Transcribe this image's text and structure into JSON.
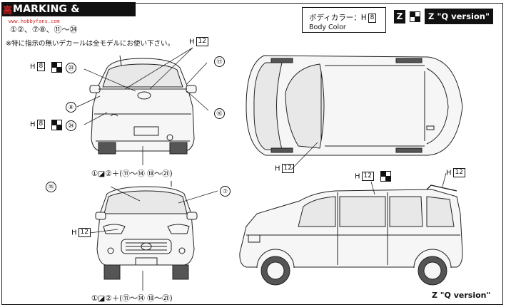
{
  "header": {
    "title": "MARKING & PAINTING",
    "watermark": "高",
    "watermark_sub": "www.hobbyfans.com"
  },
  "decals": {
    "list": "①②、⑦⑧、⑪〜㉔",
    "note": "※特に指示の無いデカールは全モデルにお使い下さい。"
  },
  "body_color": {
    "label_jp": "ボディカラー：H",
    "code": "8",
    "label_en": "Body Color",
    "z_label": "Z",
    "q_version": "Z \"Q version\""
  },
  "rear_view": {
    "callouts": [
      {
        "text": "H",
        "code": "12"
      },
      {
        "text": "H",
        "code": "8",
        "num": "㉓"
      },
      {
        "text": "H",
        "code": "8",
        "num": "㉔"
      }
    ],
    "nums": [
      "⑧",
      "⑰",
      "⑯"
    ],
    "sequence": "①◪②＋(⑪〜⑭ ⑱〜㉑)"
  },
  "front_view": {
    "nums": [
      "⑮",
      "⑦"
    ],
    "code_label": "H",
    "code": "12",
    "sequence": "①◪②＋(⑪〜⑭ ⑱〜㉑)"
  },
  "top_view": {
    "code_label": "H",
    "code": "12"
  },
  "side_view": {
    "codes": [
      {
        "text": "H",
        "code": "12"
      },
      {
        "text": "H",
        "code": "12"
      }
    ]
  },
  "footer": {
    "caption": "Z \"Q version\""
  }
}
